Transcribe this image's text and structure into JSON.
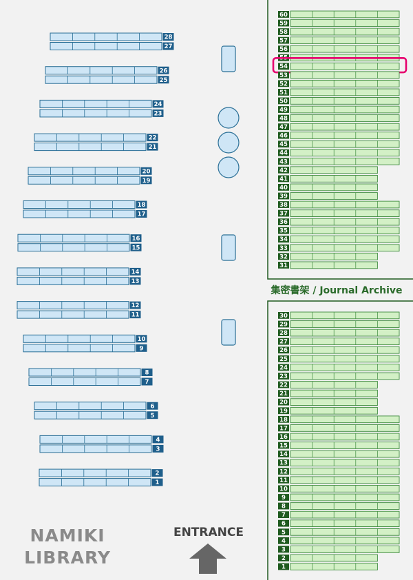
{
  "library_name": {
    "line1": "NAMIKI",
    "line2": "LIBRARY"
  },
  "entrance_label": "ENTRANCE",
  "journal_label": "集密書架 / Journal Archive",
  "highlighted_shelf": "54",
  "colors": {
    "background": "#f2f2f2",
    "general_shelf_fill": "#cfe6f6",
    "general_shelf_stroke": "#2a6f96",
    "general_label_bg": "#1f5f8b",
    "journal_shelf_fill": "#d3f0c6",
    "journal_shelf_stroke": "#3d8a3d",
    "journal_label_bg": "#1f5a1f",
    "highlight": "#e6006e",
    "entrance_arrow": "#666666",
    "table_fill": "#cfe6f6"
  },
  "general_shelves": [
    {
      "top": "28",
      "bottom": "27"
    },
    {
      "top": "26",
      "bottom": "25"
    },
    {
      "top": "24",
      "bottom": "23"
    },
    {
      "top": "22",
      "bottom": "21"
    },
    {
      "top": "20",
      "bottom": "19"
    },
    {
      "top": "18",
      "bottom": "17"
    },
    {
      "top": "16",
      "bottom": "15"
    },
    {
      "top": "14",
      "bottom": "13"
    },
    {
      "top": "12",
      "bottom": "11"
    },
    {
      "top": "10",
      "bottom": "9"
    },
    {
      "top": "8",
      "bottom": "7"
    },
    {
      "top": "6",
      "bottom": "5"
    },
    {
      "top": "4",
      "bottom": "3"
    },
    {
      "top": "2",
      "bottom": "1"
    }
  ],
  "journal_upper_shelves": [
    {
      "top": "60",
      "bottom": "59",
      "wide": true
    },
    {
      "top": "58",
      "bottom": "57",
      "wide": true
    },
    {
      "top": "56",
      "bottom": "55",
      "wide": true
    },
    {
      "top": "54",
      "bottom": "53",
      "wide": true
    },
    {
      "top": "52",
      "bottom": "51",
      "wide": true
    },
    {
      "top": "50",
      "bottom": "49",
      "wide": true
    },
    {
      "top": "48",
      "bottom": "47",
      "wide": true
    },
    {
      "top": "46",
      "bottom": "45",
      "wide": true
    },
    {
      "top": "44",
      "bottom": "43",
      "wide": true
    },
    {
      "top": "42",
      "bottom": "41",
      "wide": false
    },
    {
      "top": "40",
      "bottom": "39",
      "wide": false
    },
    {
      "top": "38",
      "bottom": "37",
      "wide": true
    },
    {
      "top": "36",
      "bottom": "35",
      "wide": true
    },
    {
      "top": "34",
      "bottom": "33",
      "wide": true
    },
    {
      "top": "32",
      "bottom": "31",
      "wide": false
    }
  ],
  "journal_lower_shelves": [
    {
      "top": "30",
      "bottom": "29",
      "wide": true
    },
    {
      "top": "28",
      "bottom": "27",
      "wide": true
    },
    {
      "top": "26",
      "bottom": "25",
      "wide": true
    },
    {
      "top": "24",
      "bottom": "23",
      "wide": true
    },
    {
      "top": "22",
      "bottom": "21",
      "wide": false
    },
    {
      "top": "20",
      "bottom": "19",
      "wide": false
    },
    {
      "top": "18",
      "bottom": "17",
      "wide": true
    },
    {
      "top": "16",
      "bottom": "15",
      "wide": true
    },
    {
      "top": "14",
      "bottom": "13",
      "wide": true
    },
    {
      "top": "12",
      "bottom": "11",
      "wide": true
    },
    {
      "top": "10",
      "bottom": "9",
      "wide": true
    },
    {
      "top": "8",
      "bottom": "7",
      "wide": true
    },
    {
      "top": "6",
      "bottom": "5",
      "wide": true
    },
    {
      "top": "4",
      "bottom": "3",
      "wide": true
    },
    {
      "top": "2",
      "bottom": "1",
      "wide": false
    }
  ]
}
